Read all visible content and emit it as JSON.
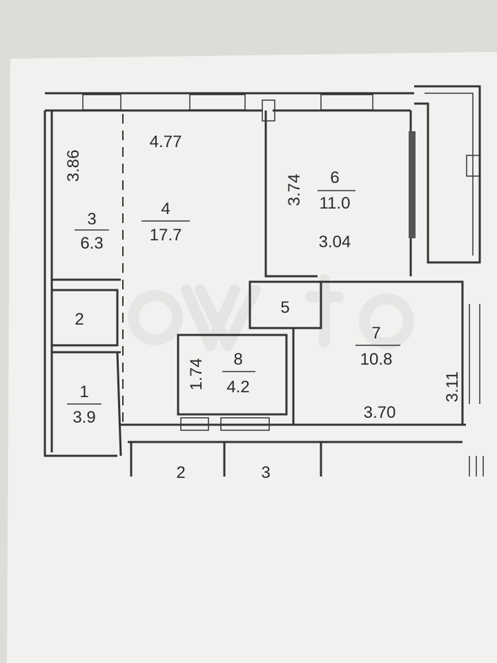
{
  "rooms": [
    {
      "number": "1",
      "area": "3.9"
    },
    {
      "number": "2"
    },
    {
      "number": "3",
      "area": "6.3",
      "dimension": "3.86"
    },
    {
      "number": "4",
      "area": "17.7",
      "dimension": "4.77"
    },
    {
      "number": "5"
    },
    {
      "number": "6",
      "area": "11.0",
      "dimension_vertical": "3.74",
      "dimension_horizontal": "3.04"
    },
    {
      "number": "7",
      "area": "10.8",
      "dimension_vertical": "3.11",
      "dimension_horizontal": "3.70"
    },
    {
      "number": "8",
      "area": "4.2",
      "dimension": "1.74"
    }
  ],
  "bottom_fragments": [
    "2",
    "3"
  ],
  "watermark": "Avito",
  "colors": {
    "paper": "#f1f1ef",
    "background": "#dcdcd8",
    "ink": "#2a2a2a"
  }
}
